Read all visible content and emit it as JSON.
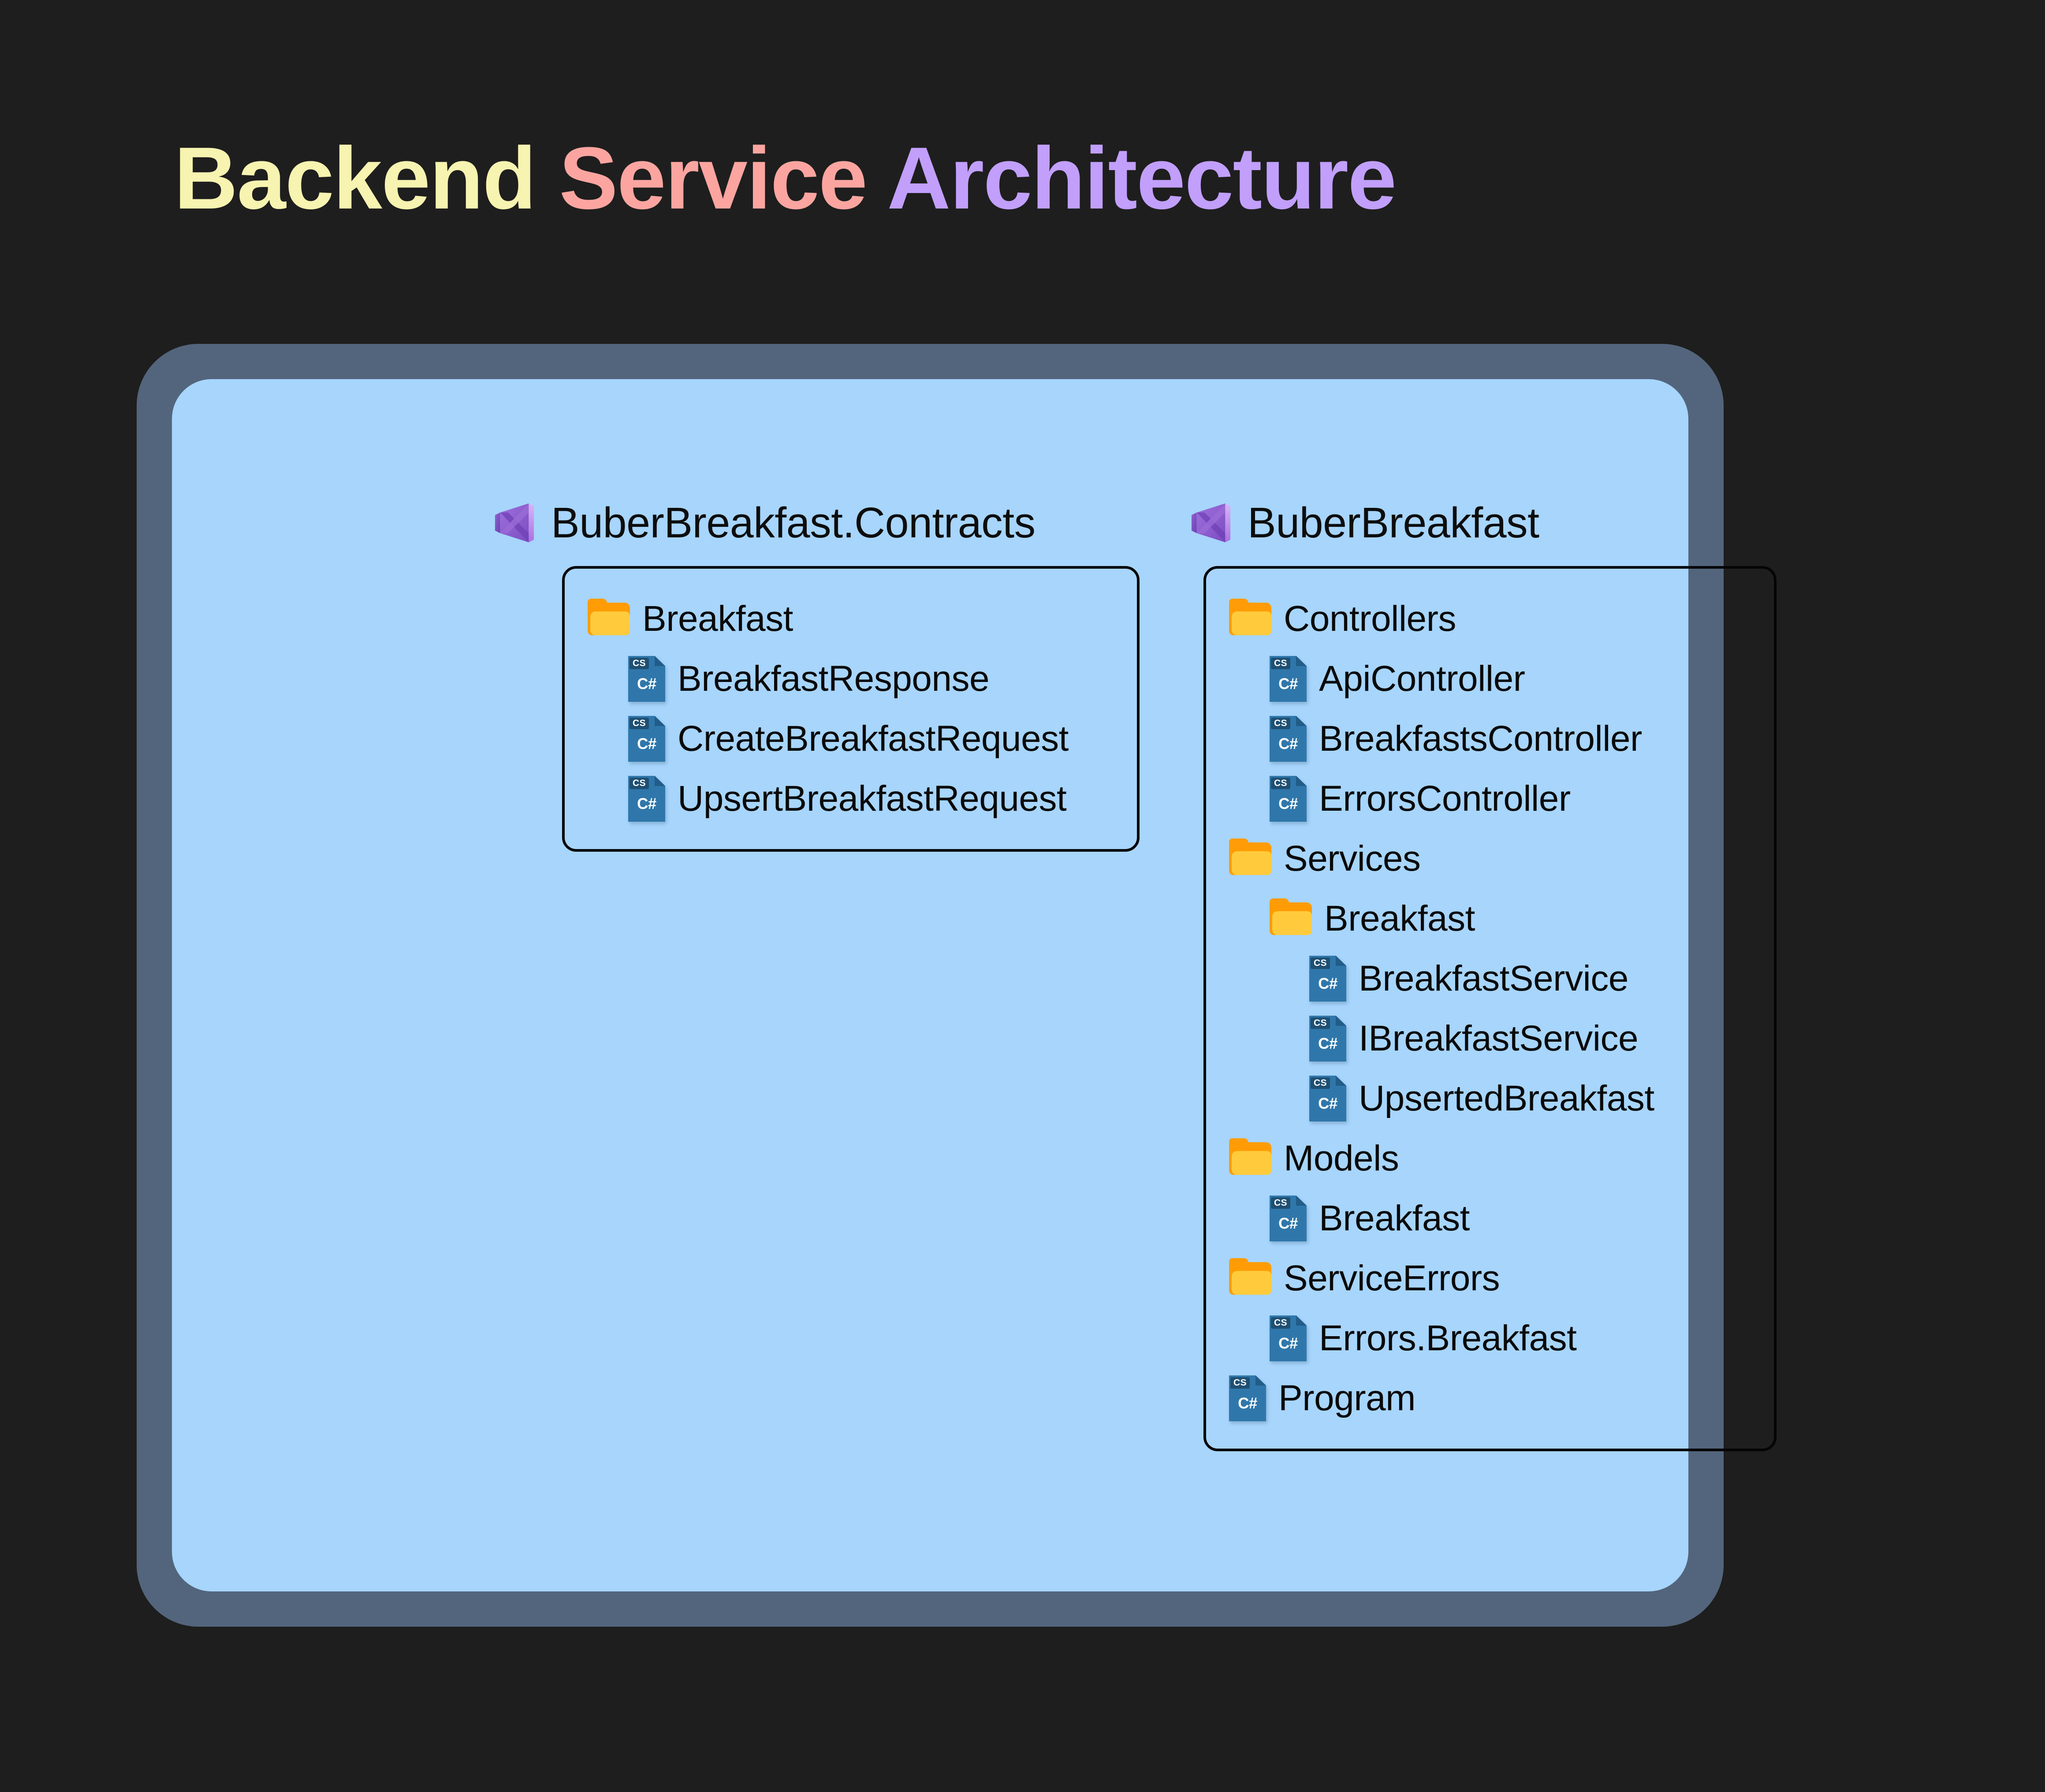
{
  "title": {
    "word1": "Backend",
    "word2": "Service",
    "word3": "Architecture",
    "color1": "#f7f3b0",
    "color2": "#fca5a0",
    "color3": "#c19ffb"
  },
  "theme": {
    "background": "#1e1e1e",
    "card_border": "#53657c",
    "card_fill": "#a7d5fc",
    "panel_border": "#050505",
    "folder_back": "#ff9c05",
    "folder_front": "#ffcb3d",
    "cs_body": "#2f77ab",
    "cs_tab": "#1f4f72",
    "text": "#0a0a0a"
  },
  "icons": {
    "vs": "visual-studio-icon",
    "folder": "folder-icon",
    "csharp": "csharp-file-icon",
    "cs_tab_label": "CS",
    "cs_glyph": "C#"
  },
  "projects": [
    {
      "name": "BuberBreakfast.Contracts",
      "tree": [
        {
          "type": "folder",
          "indent": 0,
          "label": "Breakfast"
        },
        {
          "type": "file",
          "indent": 1,
          "label": "BreakfastResponse"
        },
        {
          "type": "file",
          "indent": 1,
          "label": "CreateBreakfastRequest"
        },
        {
          "type": "file",
          "indent": 1,
          "label": "UpsertBreakfastRequest"
        }
      ]
    },
    {
      "name": "BuberBreakfast",
      "tree": [
        {
          "type": "folder",
          "indent": 0,
          "label": "Controllers"
        },
        {
          "type": "file",
          "indent": 1,
          "label": "ApiController"
        },
        {
          "type": "file",
          "indent": 1,
          "label": "BreakfastsController"
        },
        {
          "type": "file",
          "indent": 1,
          "label": "ErrorsController"
        },
        {
          "type": "folder",
          "indent": 0,
          "label": "Services"
        },
        {
          "type": "folder",
          "indent": 1,
          "label": "Breakfast"
        },
        {
          "type": "file",
          "indent": 2,
          "label": "BreakfastService"
        },
        {
          "type": "file",
          "indent": 2,
          "label": "IBreakfastService"
        },
        {
          "type": "file",
          "indent": 2,
          "label": "UpsertedBreakfast"
        },
        {
          "type": "folder",
          "indent": 0,
          "label": "Models"
        },
        {
          "type": "file",
          "indent": 1,
          "label": "Breakfast"
        },
        {
          "type": "folder",
          "indent": 0,
          "label": "ServiceErrors"
        },
        {
          "type": "file",
          "indent": 1,
          "label": "Errors.Breakfast"
        },
        {
          "type": "file",
          "indent": 0,
          "label": "Program"
        }
      ]
    }
  ]
}
